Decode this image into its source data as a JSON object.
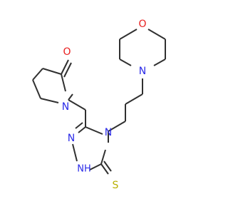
{
  "atoms": {
    "morpholine_oxygen": "O",
    "morpholine_nitrogen": "N",
    "triazole_n4": "N",
    "triazole_n3": "N",
    "triazole_n1h": "NH",
    "thione_sulfur": "S",
    "carbonyl_oxygen": "O",
    "lactam_nitrogen": "N"
  },
  "colors": {
    "bond": "#303030",
    "nitrogen": "#2a2ae8",
    "oxygen": "#e81e1e",
    "sulfur": "#b8b000"
  }
}
